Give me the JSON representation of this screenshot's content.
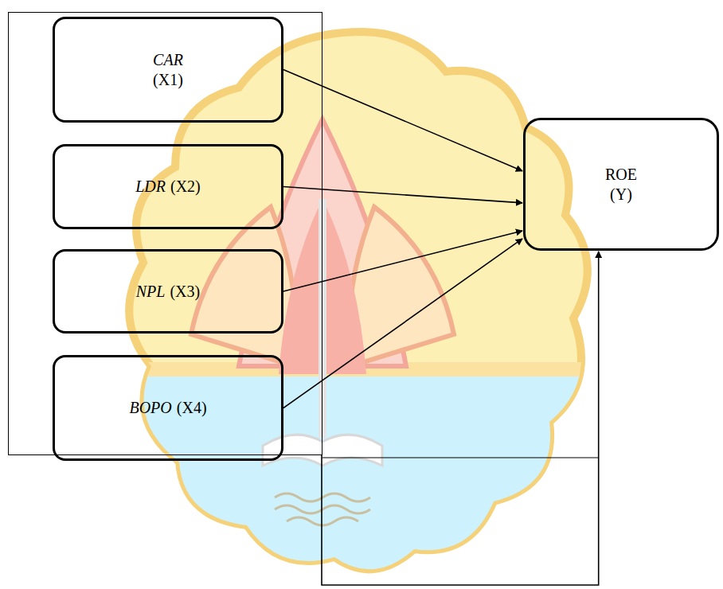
{
  "diagram": {
    "nodes": [
      {
        "text": []
      },
      {
        "text": [
          "CAR",
          "(X1)"
        ],
        "in": 0
      },
      {
        "text": [
          "LDR",
          "(X2)"
        ],
        "in": 0
      },
      {
        "text": [
          "NPL",
          "(X3)"
        ],
        "in": 0
      },
      {
        "text": [
          "BOPO",
          "(X4)"
        ],
        "in": 0
      },
      {
        "text": [
          "ROE",
          "(Y)"
        ]
      }
    ],
    "edges": [
      {
        "from": 1,
        "to": 5,
        "arrow": "to"
      },
      {
        "from": 2,
        "to": 5,
        "arrow": "to"
      },
      {
        "from": 3,
        "to": 5,
        "arrow": "to"
      },
      {
        "from": 4,
        "to": 5,
        "arrow": "to"
      },
      {
        "from": 0,
        "to": 5,
        "arrow": "to"
      }
    ]
  }
}
